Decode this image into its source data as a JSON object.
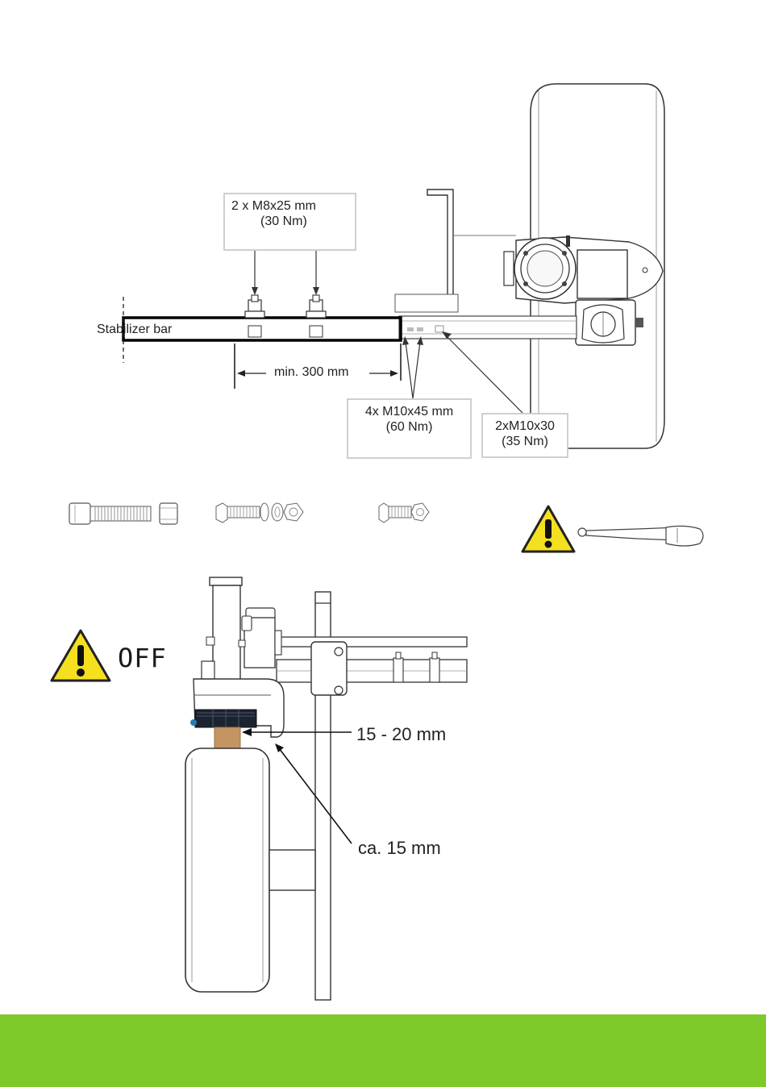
{
  "top_figure": {
    "callout_m8": {
      "line1": "2 x M8x25 mm",
      "line2": "(30 Nm)"
    },
    "stabilizer_label": "Stabilizer bar",
    "min_distance": "min. 300 mm",
    "callout_m10x45": {
      "line1": "4x M10x45 mm",
      "line2": "(60 Nm)"
    },
    "callout_m10x30": {
      "line1": "2xM10x30",
      "line2": "(35 Nm)"
    }
  },
  "bottom_figure": {
    "off_label": "OFF",
    "gap_label": "15 - 20 mm",
    "distance_label": "ca. 15 mm"
  },
  "icons": [
    "warning-icon",
    "torque-wrench-icon",
    "bolt-icon",
    "nut-icon",
    "washer-icon"
  ],
  "colors": {
    "accent": "#7dc92a",
    "warning": "#f5e020"
  }
}
